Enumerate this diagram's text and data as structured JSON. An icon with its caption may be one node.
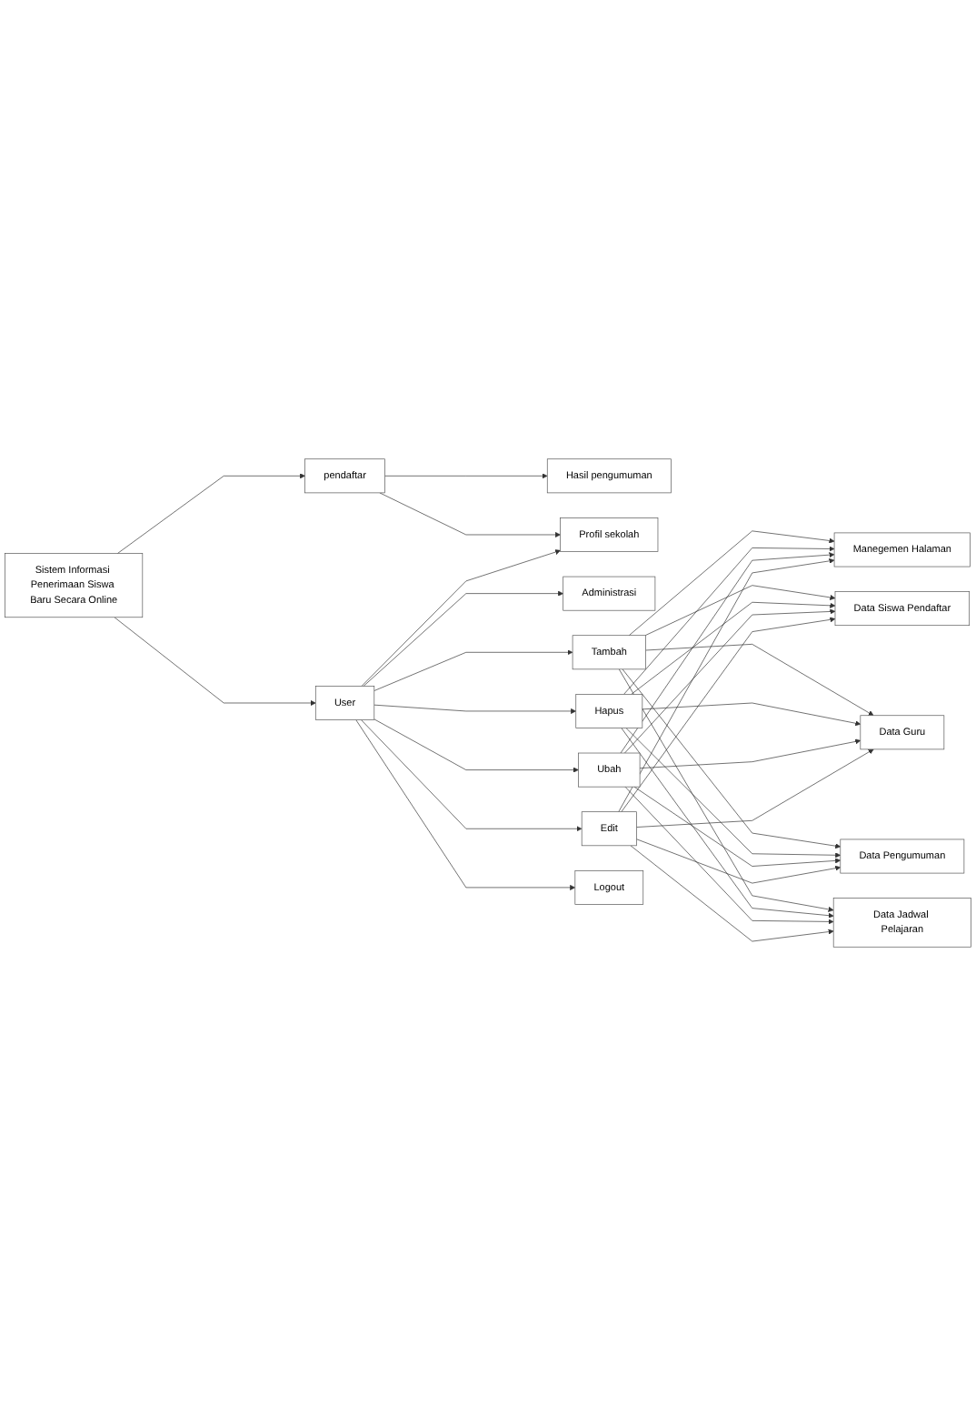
{
  "diagram": {
    "nodes": [
      {
        "text": [
          "Hasil pengumuman"
        ]
      },
      {
        "text": [
          "pendaftar"
        ]
      },
      {
        "text": [
          "Profil sekolah"
        ]
      },
      {
        "text": [
          "Sistem Informasi Penerimaan Siswa Baru Secara Online"
        ]
      },
      {
        "text": [
          "User"
        ]
      },
      {
        "text": [
          "Administrasi"
        ]
      },
      {
        "text": [
          "Tambah"
        ]
      },
      {
        "text": [
          "Hapus"
        ]
      },
      {
        "text": [
          "Ubah"
        ]
      },
      {
        "text": [
          "Edit"
        ]
      },
      {
        "text": [
          "Logout"
        ]
      },
      {
        "text": [
          "Manegemen Halaman"
        ]
      },
      {
        "text": [
          "Data Siswa Pendaftar"
        ]
      },
      {
        "text": [
          "Data Guru"
        ]
      },
      {
        "text": [
          "Data Pengumuman"
        ]
      },
      {
        "text": [
          "Data Jadwal Pelajaran"
        ]
      }
    ],
    "edges": [
      {
        "from": 1,
        "to": 0,
        "arrow": "to"
      },
      {
        "from": 1,
        "to": 2,
        "arrow": "to"
      },
      {
        "from": 3,
        "to": 1,
        "arrow": "to"
      },
      {
        "from": 3,
        "to": 4,
        "arrow": "to"
      },
      {
        "from": 4,
        "to": 2,
        "arrow": "to"
      },
      {
        "from": 4,
        "to": 5,
        "arrow": "to"
      },
      {
        "from": 4,
        "to": 6,
        "arrow": "to"
      },
      {
        "from": 4,
        "to": 7,
        "arrow": "to"
      },
      {
        "from": 4,
        "to": 8,
        "arrow": "to"
      },
      {
        "from": 4,
        "to": 9,
        "arrow": "to"
      },
      {
        "from": 4,
        "to": 10,
        "arrow": "to"
      },
      {
        "from": 6,
        "to": 11,
        "arrow": "to"
      },
      {
        "from": 6,
        "to": 12,
        "arrow": "to"
      },
      {
        "from": 6,
        "to": 13,
        "arrow": "to"
      },
      {
        "from": 6,
        "to": 14,
        "arrow": "to"
      },
      {
        "from": 6,
        "to": 15,
        "arrow": "to"
      },
      {
        "from": 7,
        "to": 11,
        "arrow": "to"
      },
      {
        "from": 7,
        "to": 12,
        "arrow": "to"
      },
      {
        "from": 7,
        "to": 13,
        "arrow": "to"
      },
      {
        "from": 7,
        "to": 14,
        "arrow": "to"
      },
      {
        "from": 7,
        "to": 15,
        "arrow": "to"
      },
      {
        "from": 8,
        "to": 11,
        "arrow": "to"
      },
      {
        "from": 8,
        "to": 12,
        "arrow": "to"
      },
      {
        "from": 8,
        "to": 13,
        "arrow": "to"
      },
      {
        "from": 8,
        "to": 14,
        "arrow": "to"
      },
      {
        "from": 8,
        "to": 15,
        "arrow": "to"
      },
      {
        "from": 9,
        "to": 11,
        "arrow": "to"
      },
      {
        "from": 9,
        "to": 12,
        "arrow": "to"
      },
      {
        "from": 9,
        "to": 13,
        "arrow": "to"
      },
      {
        "from": 9,
        "to": 14,
        "arrow": "to"
      },
      {
        "from": 9,
        "to": 15,
        "arrow": "to"
      }
    ]
  }
}
